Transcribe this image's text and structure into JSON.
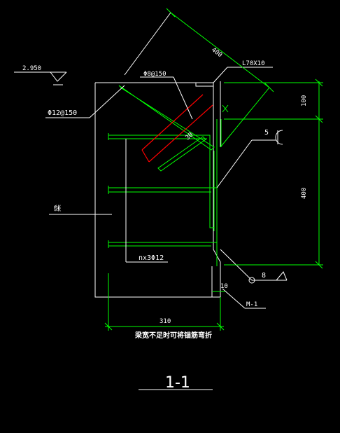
{
  "colors": {
    "background": "#000000",
    "outline": "#ffffff",
    "rebar": "#00ff00",
    "dimension": "#00ff00",
    "highlight": "#ff0000"
  },
  "labels": {
    "elevation": "2.950",
    "angle_steel": "L70X10",
    "top_bar": "Φ8@150",
    "diagonal_bar": "Φ12@150",
    "beam": "梁",
    "bottom_bars": "nx3Φ12",
    "weld_size_5": "5",
    "weld_size_8": "8",
    "embed_plate": "M-1",
    "section_mark": "1-1",
    "note": "梁宽不足时可将锚筋弯折",
    "small_mark": "30"
  },
  "dimensions": {
    "diag_400": "400",
    "right_100": "100",
    "right_400": "400",
    "bottom_310": "310",
    "plate_10": "10"
  }
}
